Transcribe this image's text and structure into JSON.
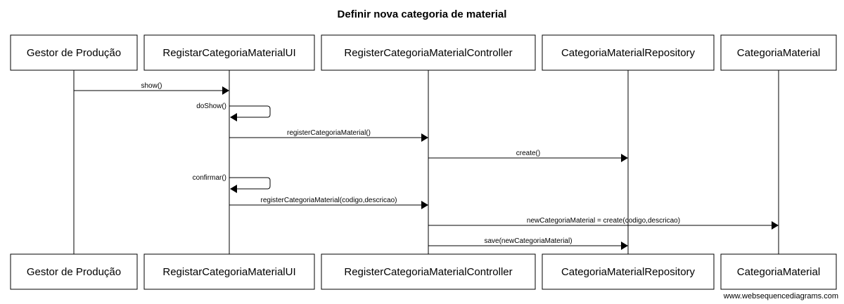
{
  "diagram": {
    "title": "Definir nova categoria de material",
    "participants": [
      {
        "id": "gestor",
        "label": "Gestor de Produção"
      },
      {
        "id": "ui",
        "label": "RegistarCategoriaMaterialUI"
      },
      {
        "id": "ctrl",
        "label": "RegisterCategoriaMaterialController"
      },
      {
        "id": "repo",
        "label": "CategoriaMaterialRepository"
      },
      {
        "id": "cat",
        "label": "CategoriaMaterial"
      }
    ],
    "messages": [
      {
        "from": "gestor",
        "to": "ui",
        "label": "show()"
      },
      {
        "from": "ui",
        "to": "ui",
        "label": "doShow()"
      },
      {
        "from": "ui",
        "to": "ctrl",
        "label": "registerCategoriaMaterial()"
      },
      {
        "from": "ctrl",
        "to": "repo",
        "label": "create()"
      },
      {
        "from": "ui",
        "to": "ui",
        "label": "confirmar()"
      },
      {
        "from": "ui",
        "to": "ctrl",
        "label": "registerCategoriaMaterial(codigo,descricao)"
      },
      {
        "from": "ctrl",
        "to": "cat",
        "label": "newCategoriaMaterial = create(codigo,descricao)"
      },
      {
        "from": "ctrl",
        "to": "repo",
        "label": "save(newCategoriaMaterial)"
      }
    ],
    "watermark": "www.websequencediagrams.com"
  }
}
